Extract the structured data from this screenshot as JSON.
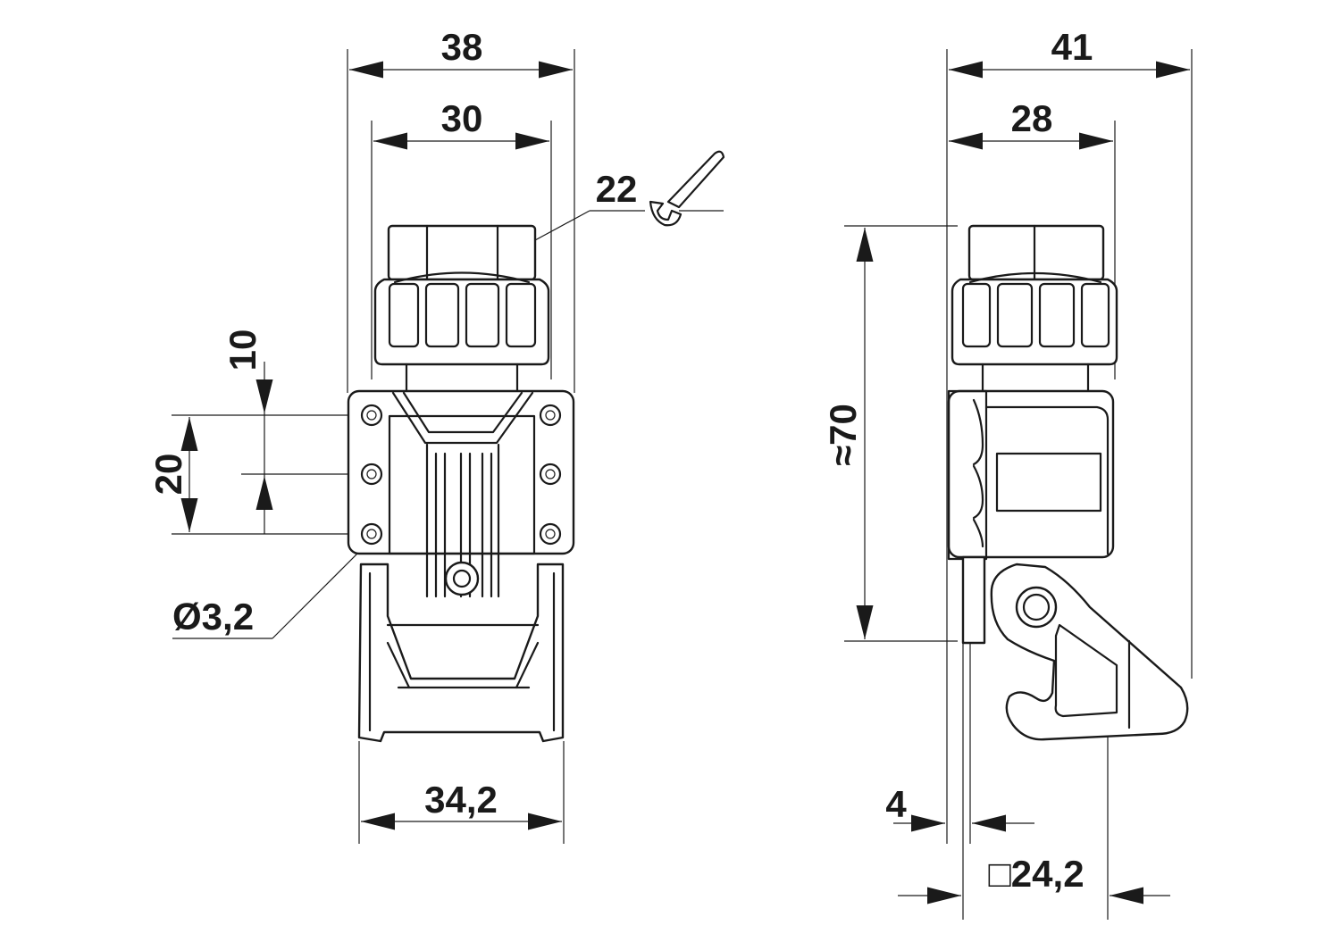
{
  "front_view": {
    "dimensions": {
      "width_overall": "38",
      "width_nut": "30",
      "wrench_size": "22",
      "pitch_top": "10",
      "pitch_total": "20",
      "hole_diameter": "Ø3,2",
      "width_base": "34,2"
    },
    "icons": {
      "wrench": "wrench-icon"
    }
  },
  "side_view": {
    "dimensions": {
      "width_overall": "41",
      "width_housing": "28",
      "height_approx": "≈70",
      "wall_offset": "4",
      "square_size": "□24,2"
    }
  }
}
